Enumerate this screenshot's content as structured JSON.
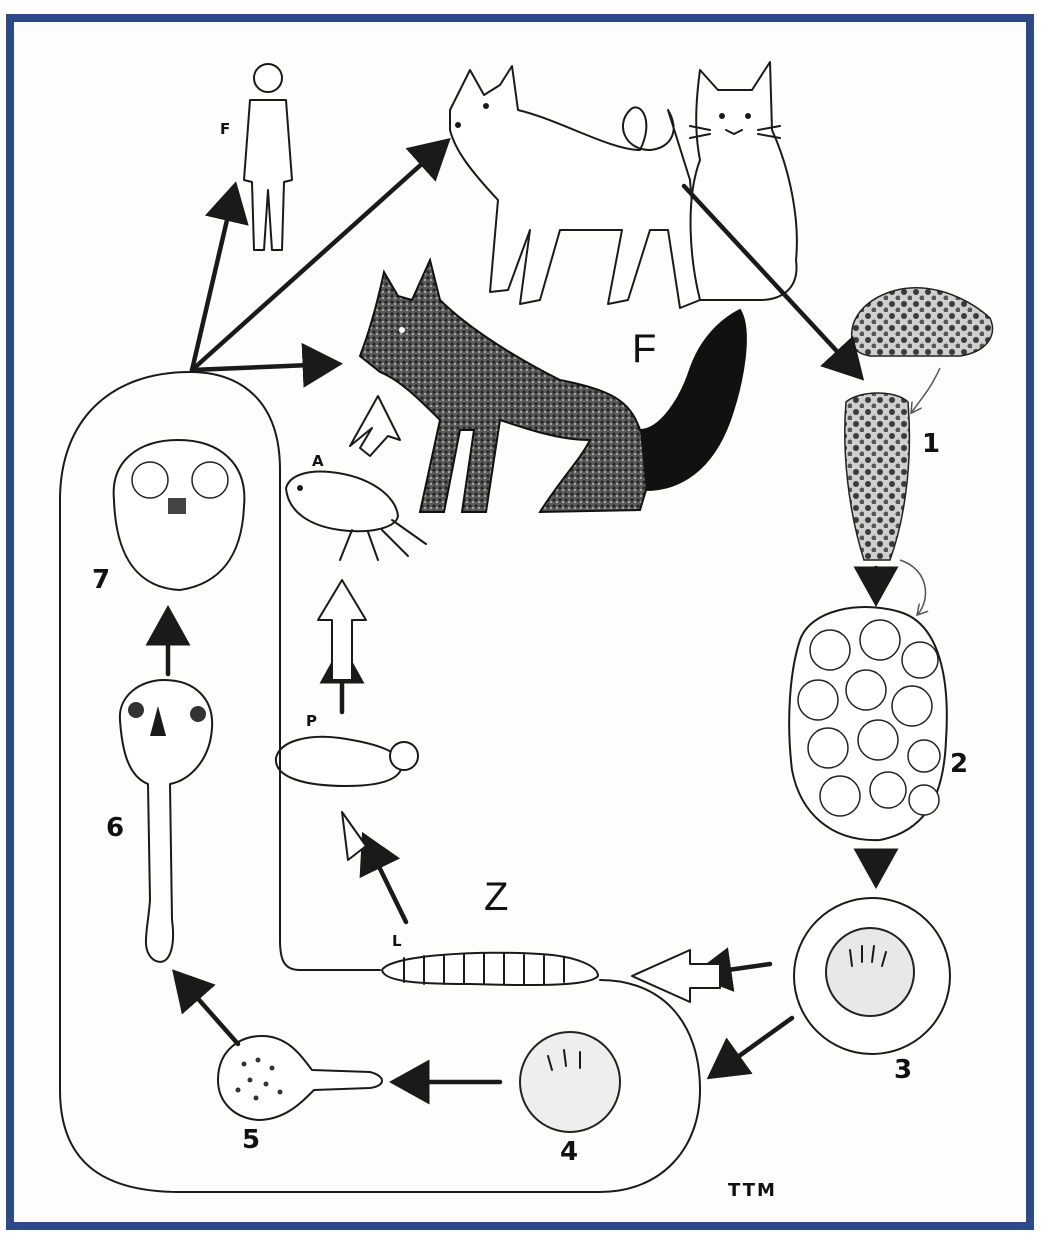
{
  "labels": {
    "definitive_host_upper": "F",
    "definitive_host_fox": "F",
    "stage_1": "1",
    "stage_2": "2",
    "stage_3": "3",
    "stage_4": "4",
    "stage_5": "5",
    "stage_6": "6",
    "stage_7": "7",
    "flea_adult": "A",
    "flea_pupa": "P",
    "flea_larva": "L",
    "intermediate_host": "Z",
    "credit": "TTM"
  },
  "colors": {
    "frame_border": "#2e4a86",
    "ink": "#1a1a1a",
    "background": "#fdfdfb"
  }
}
